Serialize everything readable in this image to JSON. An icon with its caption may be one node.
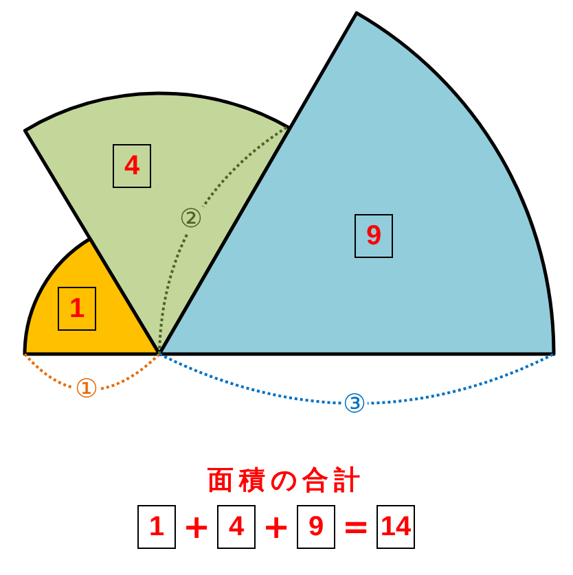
{
  "diagram": {
    "title": "面積の合計",
    "nodes": [
      {
        "text": [
          "1"
        ]
      },
      {
        "text": [
          "4"
        ]
      },
      {
        "text": [
          "9"
        ]
      },
      {
        "text": [
          "1"
        ]
      },
      {
        "text": [
          "4"
        ]
      },
      {
        "text": [
          "9"
        ]
      },
      {
        "text": [
          "14"
        ]
      }
    ],
    "labels": [
      "②",
      "①",
      "③",
      "+",
      "+",
      "="
    ]
  }
}
